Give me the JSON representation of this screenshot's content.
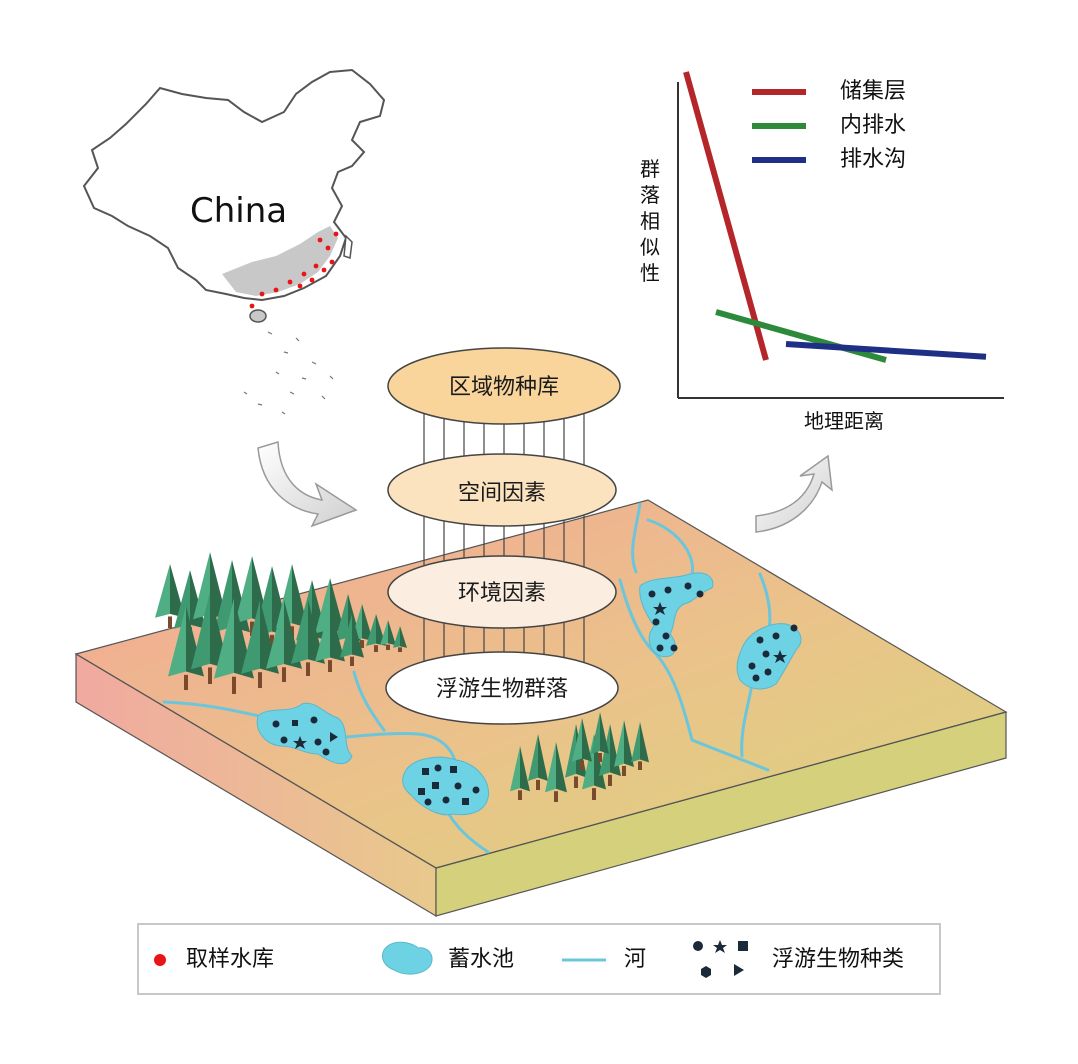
{
  "map": {
    "label": "China"
  },
  "layers": [
    {
      "label": "区域物种库",
      "fill": "#f9d59c"
    },
    {
      "label": "空间因素",
      "fill": "#fbe3bf"
    },
    {
      "label": "环境因素",
      "fill": "#fbeee0"
    },
    {
      "label": "浮游生物群落",
      "fill": "#ffffff"
    }
  ],
  "chart_data": {
    "type": "line",
    "xlabel": "地理距离",
    "ylabel": "群落相似性",
    "series": [
      {
        "name": "储集层",
        "color": "#b5262a",
        "x": [
          0.0,
          0.4
        ],
        "y": [
          1.0,
          0.1
        ]
      },
      {
        "name": "内排水",
        "color": "#2d8a3a",
        "x": [
          0.15,
          1.0
        ],
        "y": [
          0.25,
          0.1
        ]
      },
      {
        "name": "排水沟",
        "color": "#1f2f86",
        "x": [
          0.5,
          1.5
        ],
        "y": [
          0.15,
          0.11
        ]
      }
    ]
  },
  "legend": {
    "items": [
      {
        "label": "取样水库",
        "icon": "red-dot"
      },
      {
        "label": "蓄水池",
        "icon": "reservoir-blob"
      },
      {
        "label": "河",
        "icon": "river-line"
      },
      {
        "label": "浮游生物种类",
        "icon": "species-shapes"
      }
    ]
  },
  "colors": {
    "reservoir": "#6dd2e4",
    "river": "#6bc6dc",
    "dot": "#e8141a",
    "tree_dark": "#2e6b4a",
    "tree_light": "#3f9a72",
    "trunk": "#7a4a2c"
  }
}
